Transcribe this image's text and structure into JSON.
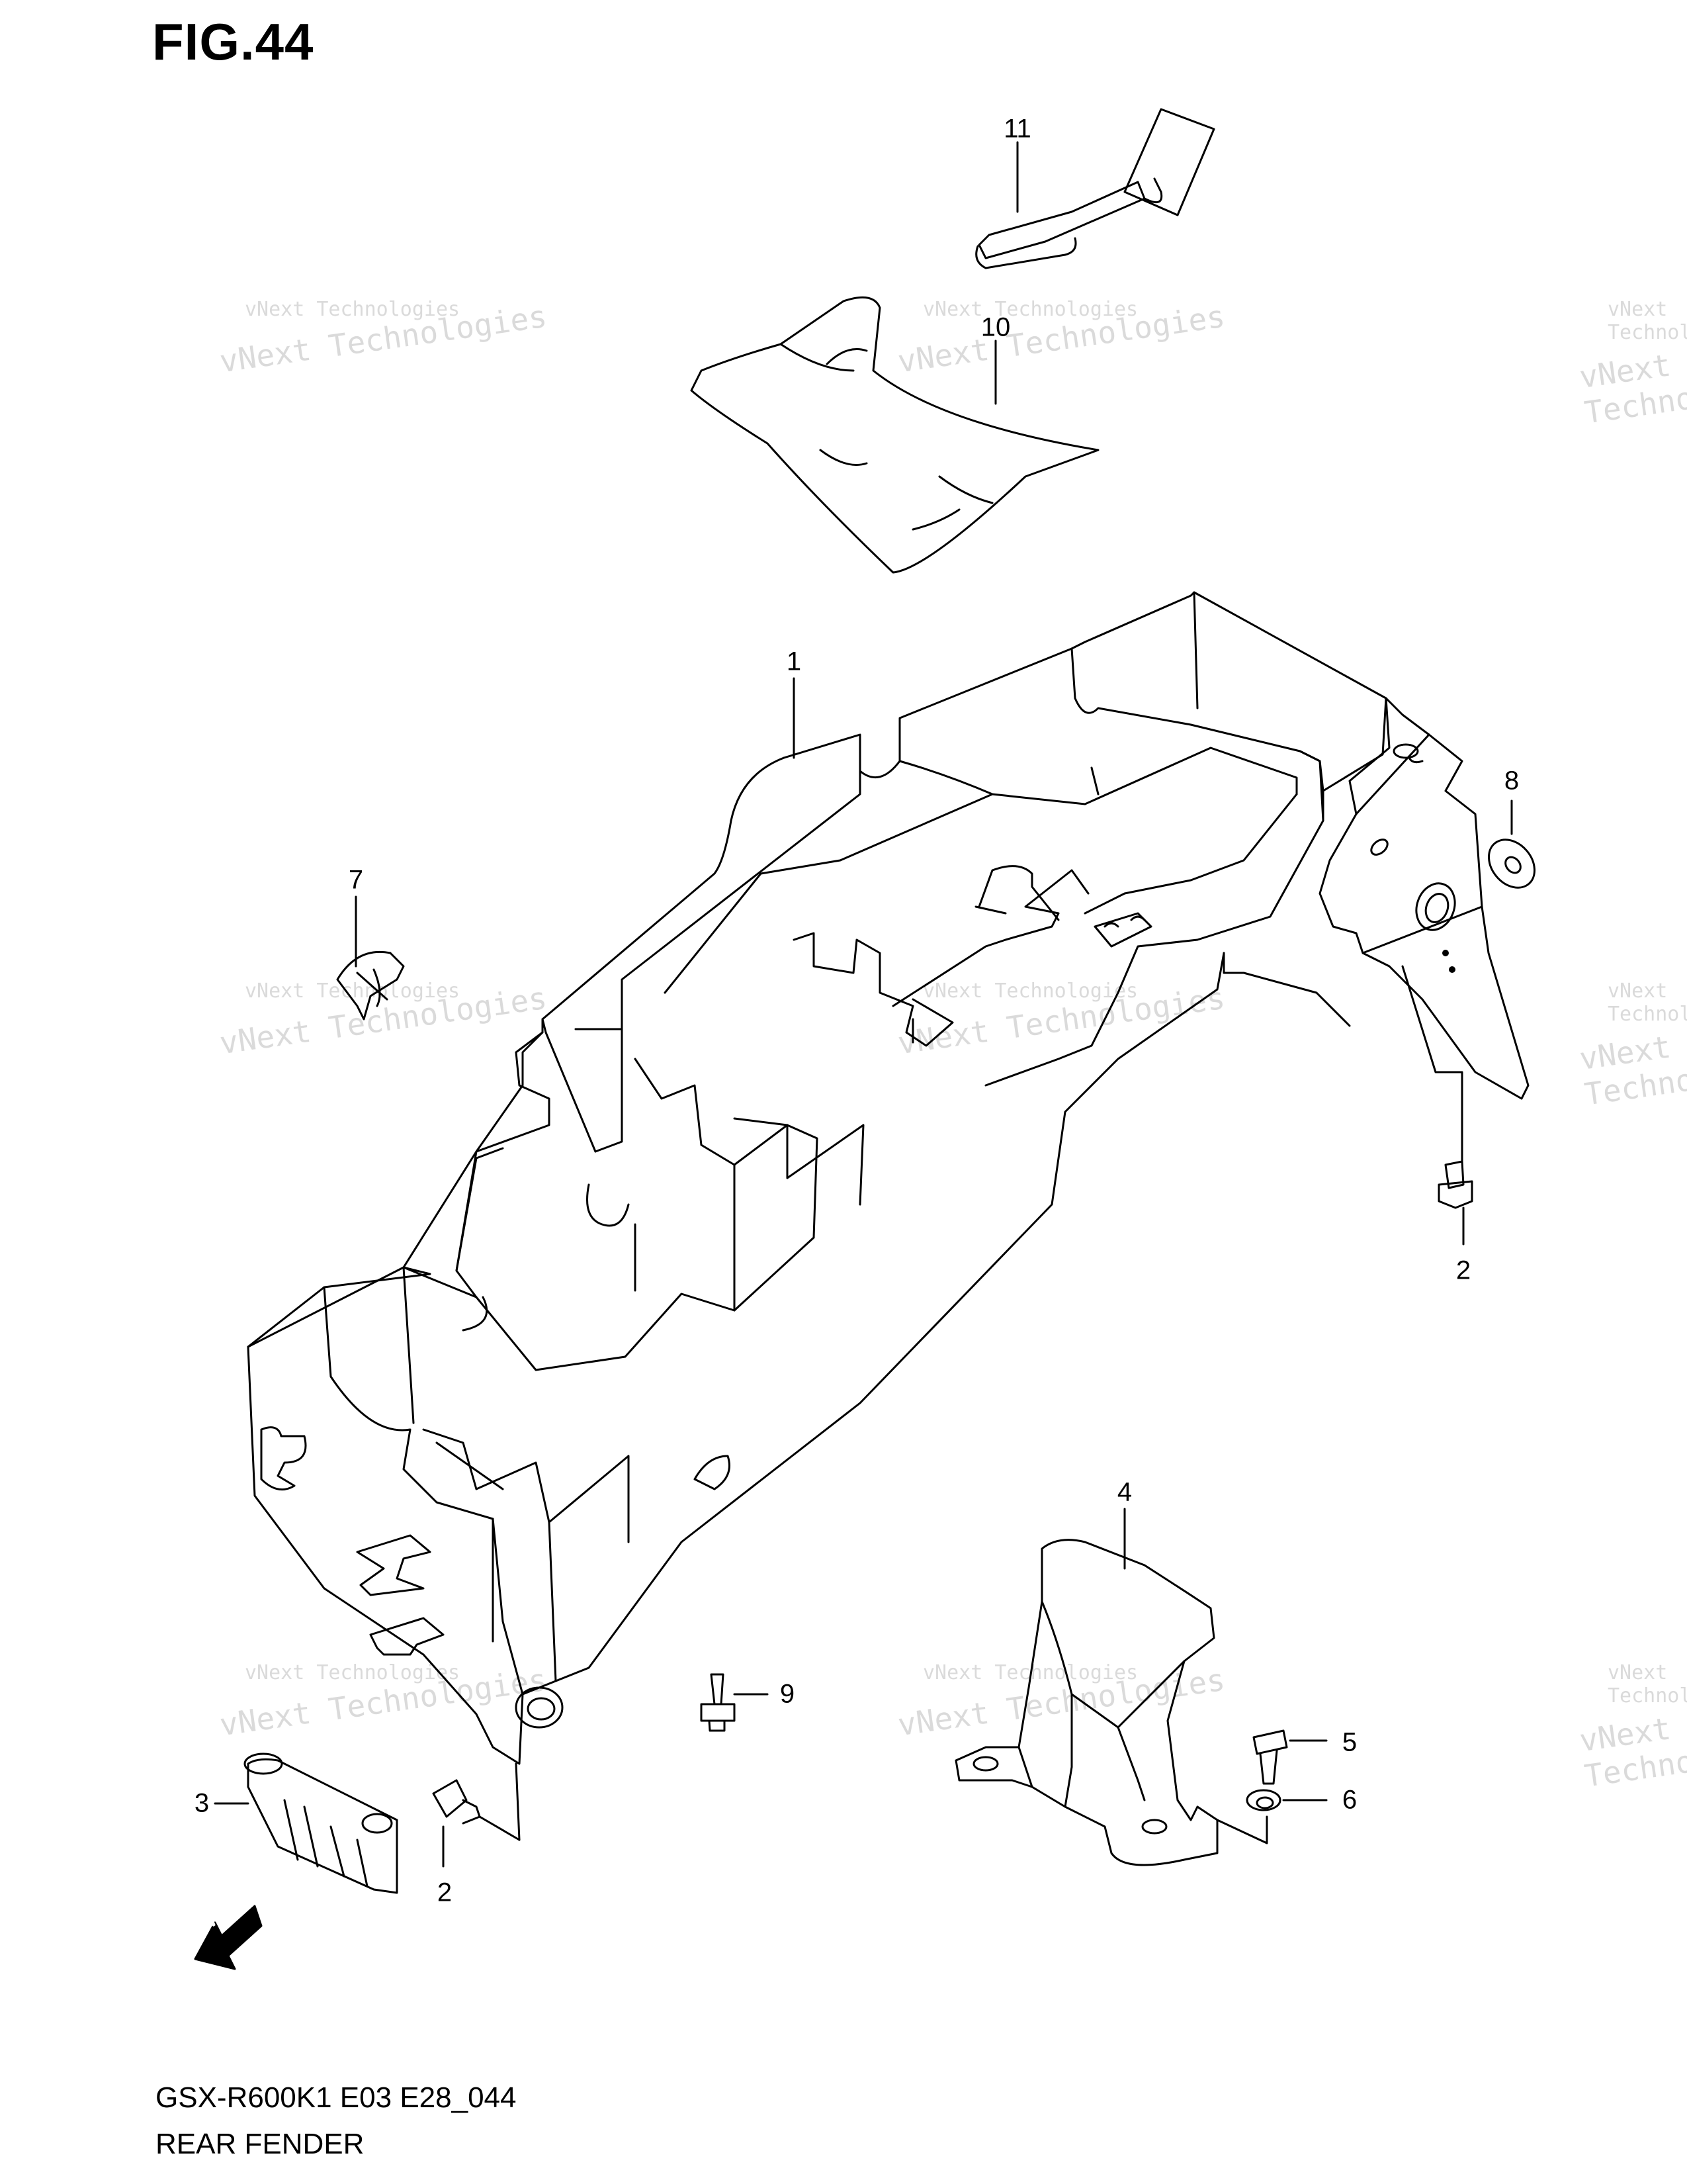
{
  "figure": {
    "title": "FIG.44",
    "model_code": "GSX-R600K1 E03 E28_044",
    "name": "REAR FENDER"
  },
  "callouts": {
    "c1": "1",
    "c2a": "2",
    "c2b": "2",
    "c3": "3",
    "c4": "4",
    "c5": "5",
    "c6": "6",
    "c7": "7",
    "c8": "8",
    "c9": "9",
    "c10": "10",
    "c11": "11"
  },
  "fwd_label": "FWD",
  "watermark": {
    "line1": "vNext Technologies",
    "line2": "vNext Technologies"
  },
  "colors": {
    "ink": "#000000",
    "watermark": "#bdbdbd",
    "background": "#ffffff"
  }
}
